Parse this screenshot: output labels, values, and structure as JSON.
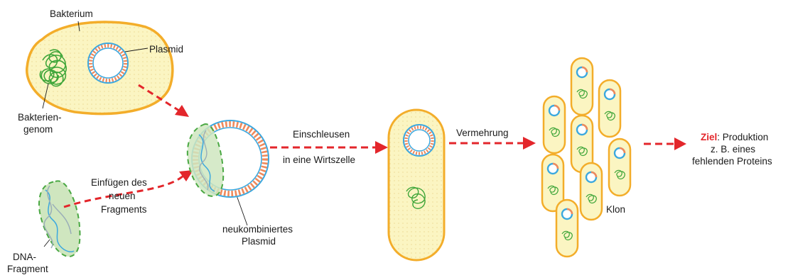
{
  "labels": {
    "bacterium": "Bakterium",
    "plasmid": "Plasmid",
    "bacterial_genome_line1": "Bakterien-",
    "bacterial_genome_line2": "genom",
    "dna_fragment_line1": "DNA-",
    "dna_fragment_line2": "Fragment",
    "insert_line1": "Einfügen des",
    "insert_line2": "neuen",
    "insert_line3": "Fragments",
    "recombined_line1": "neukombiniertes",
    "recombined_line2": "Plasmid",
    "transfer_line1": "Einschleusen",
    "transfer_line2": "in eine Wirtszelle",
    "replication": "Vermehrung",
    "clone": "Klon",
    "goal_word": "Ziel",
    "goal_rest_line1": ": Produktion",
    "goal_line2": "z. B. eines",
    "goal_line3": "fehlenden Proteins"
  },
  "colors": {
    "cell_fill": "#fbf5c2",
    "cell_stroke": "#f3ad2a",
    "plasmid_blue": "#3ba8df",
    "plasmid_orange": "#ef8a5c",
    "genome_green": "#3fa63a",
    "fragment_fill": "#cfe6bf",
    "fragment_stroke": "#4aa843",
    "arrow_red": "#e3262b",
    "text": "#1a1a1a"
  },
  "icons": {
    "bacterium": "bacterium-cell",
    "plasmid": "plasmid-ring",
    "genome": "dna-tangle",
    "arrow": "dashed-arrow"
  }
}
